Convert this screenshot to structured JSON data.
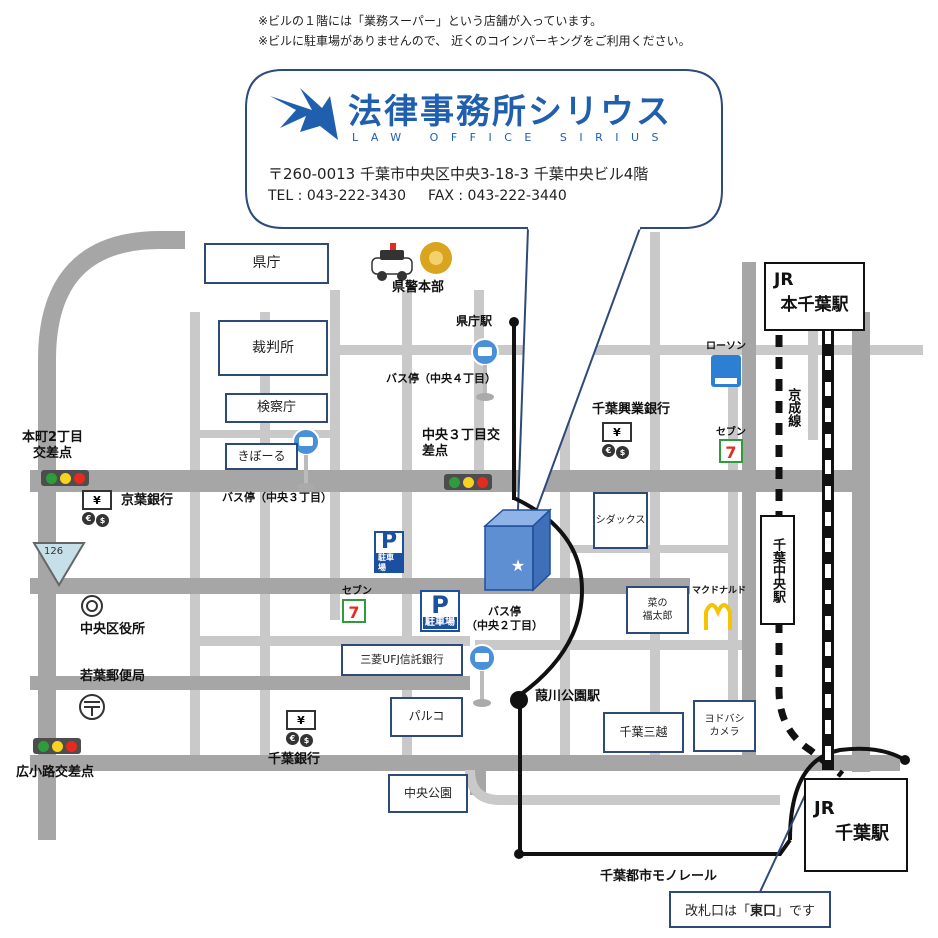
{
  "notes": [
    "※ビルの１階には「業務スーパー」という店舗が入っています。",
    "※ビルに駐車場がありませんので、 近くのコインパーキングをご利用ください。"
  ],
  "office": {
    "name": "法律事務所シリウス",
    "name_en": "LAW OFFICE SIRIUS",
    "address": "〒260-0013 千葉市中央区中央3-18-3 千葉中央ビル4階",
    "tel": "TEL : 043-222-3430",
    "fax": "FAX : 043-222-3440"
  },
  "buildings": {
    "kencho": "県庁",
    "saibansho": "裁判所",
    "kensatsucho": "検察庁",
    "kiboru": "きぼーる",
    "sigdax": "シダックス",
    "nanohanataro": "菜の\n福太郎",
    "ufj": "三菱UFJ信託銀行",
    "parco": "パルコ",
    "mitsukoshi": "千葉三越",
    "yodobashi": "ヨドバシ\nカメラ",
    "chuo_park": "中央公園"
  },
  "labels": {
    "police_hq": "県警本部",
    "kencho_station": "県庁駅",
    "bus_chuo4": "バス停（中央４丁目）",
    "bus_chuo3": "バス停（中央３丁目）",
    "bus_chuo2": "バス停\n（中央２丁目）",
    "chuo3_crossing": "中央３丁目交\n差点",
    "honcho_crossing": "本町2丁目\n交差点",
    "hirokoji_crossing": "広小路交差点",
    "keiyo_bank": "京葉銀行",
    "chiba_kogyo_bank": "千葉興業銀行",
    "chiba_bank": "千葉銀行",
    "chuoku_office": "中央区役所",
    "wakaba_post": "若葉郵便局",
    "seven1": "セブン",
    "seven2": "セブン",
    "lawson": "ローソン",
    "mcdonalds": "マクドナルド",
    "sakasagawa_station": "葭川公園駅",
    "monorail": "千葉都市モノレール",
    "keisei_line": "京成線",
    "route_126": "126"
  },
  "parking": {
    "p_mark": "P",
    "p_text": "駐車場"
  },
  "stations": {
    "hon_chiba_jr": "JR",
    "hon_chiba_name": "本千葉駅",
    "chiba_jr": "JR",
    "chiba_name": "千葉駅",
    "keisei_chiba_chuo": "千葉中央駅"
  },
  "callout": {
    "prefix": "改札口は「",
    "emphasis": "東口",
    "suffix": "」です"
  },
  "colors": {
    "road": "#a3a3a3",
    "road_light": "#c9c9c9",
    "accent": "#1f5fae",
    "box_border": "#2e4a7a",
    "signal_red": "#e52a20",
    "signal_yellow": "#f5d320",
    "signal_green": "#2f9c3c"
  }
}
